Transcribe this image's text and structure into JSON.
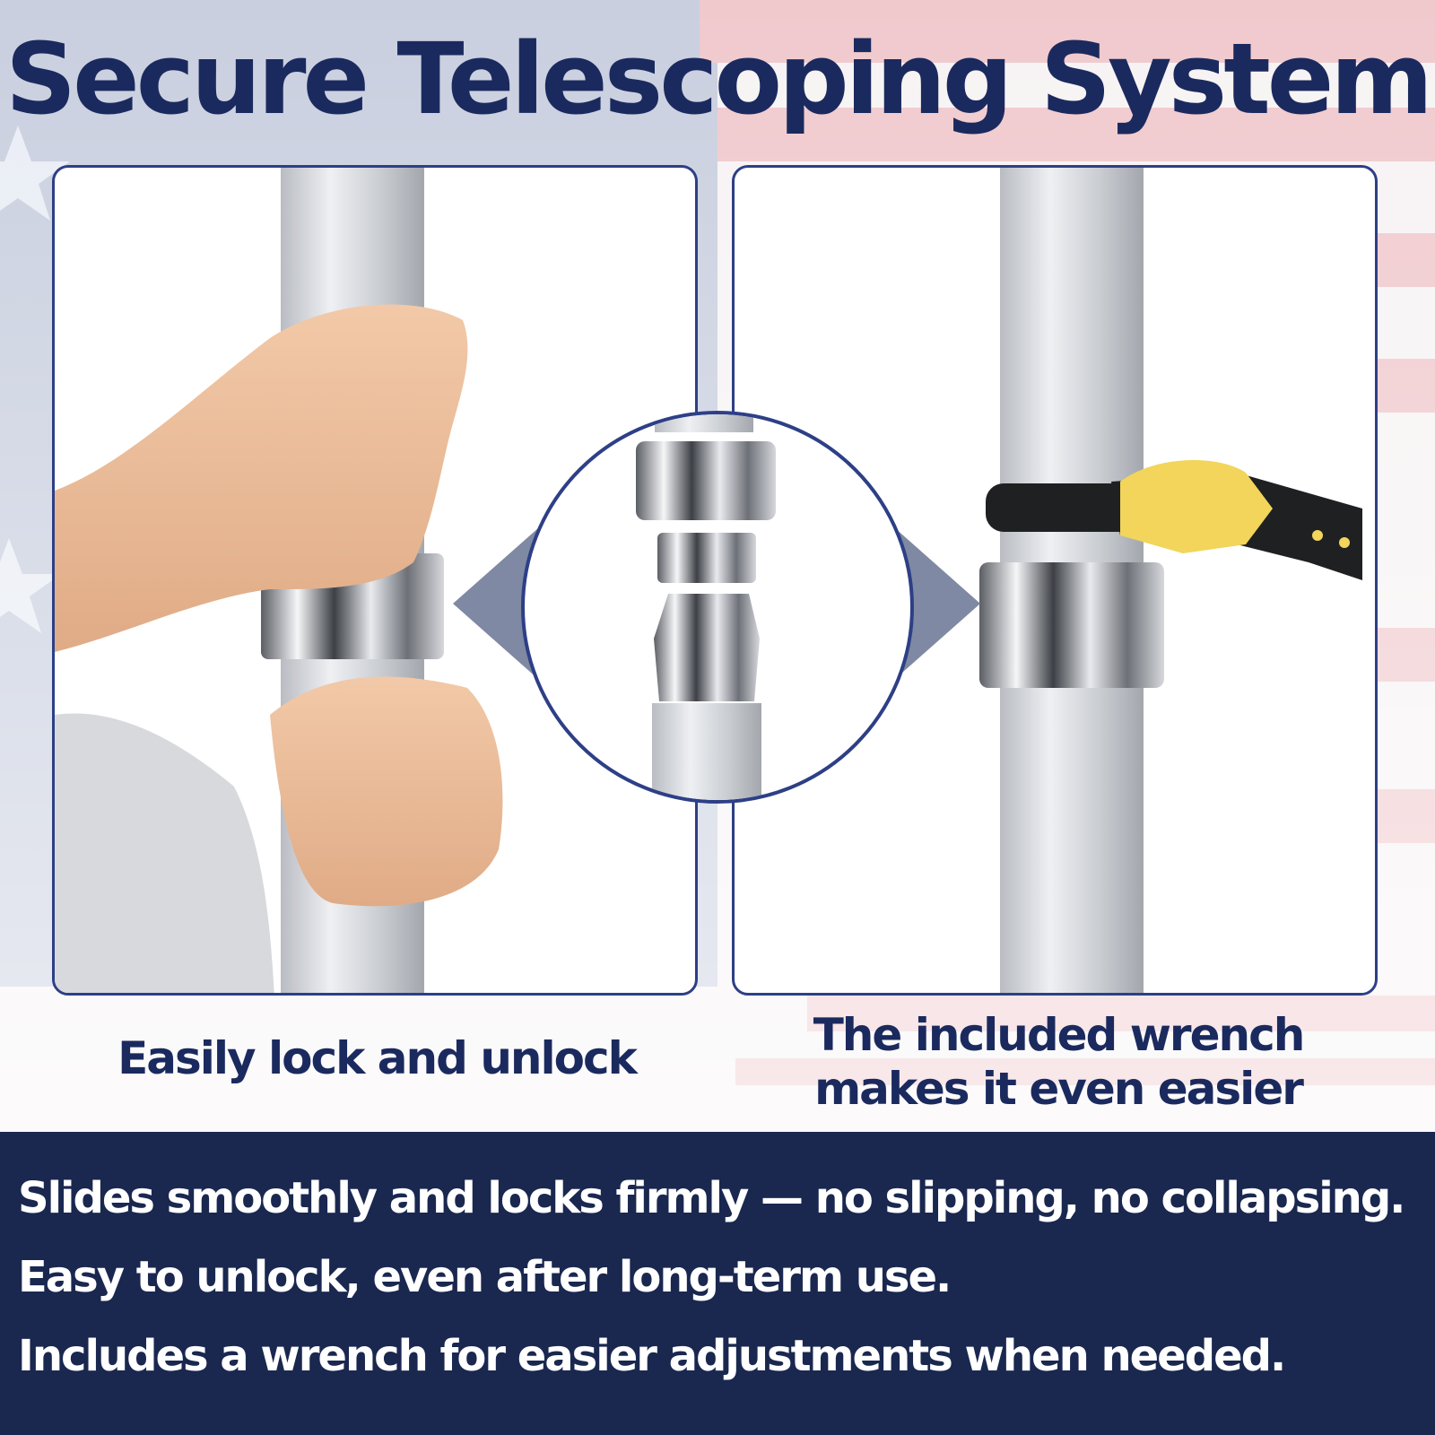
{
  "title": "Secure Telescoping System",
  "caption_left": "Easily lock and unlock",
  "caption_right": [
    "The included wrench",
    "makes it even easier"
  ],
  "footer": {
    "lines": [
      "Slides smoothly and locks firmly — no slipping, no collapsing.",
      "Easy to unlock, even after long-term use.",
      "Includes a wrench for easier adjustments when needed."
    ]
  },
  "icons": [
    "american-flag-background",
    "hand-icon",
    "wrench-icon",
    "lock-collar-icon"
  ],
  "colors": {
    "navy": "#1b2a5e",
    "footer_bg": "#1a2850",
    "footer_text": "#ffffff",
    "panel_border": "#2d3f86",
    "arrow": "#7f89a3",
    "flag_blue": "#c9cfdf",
    "flag_red": "#f0c9cd",
    "wrench_yellow": "#f2d55a"
  }
}
